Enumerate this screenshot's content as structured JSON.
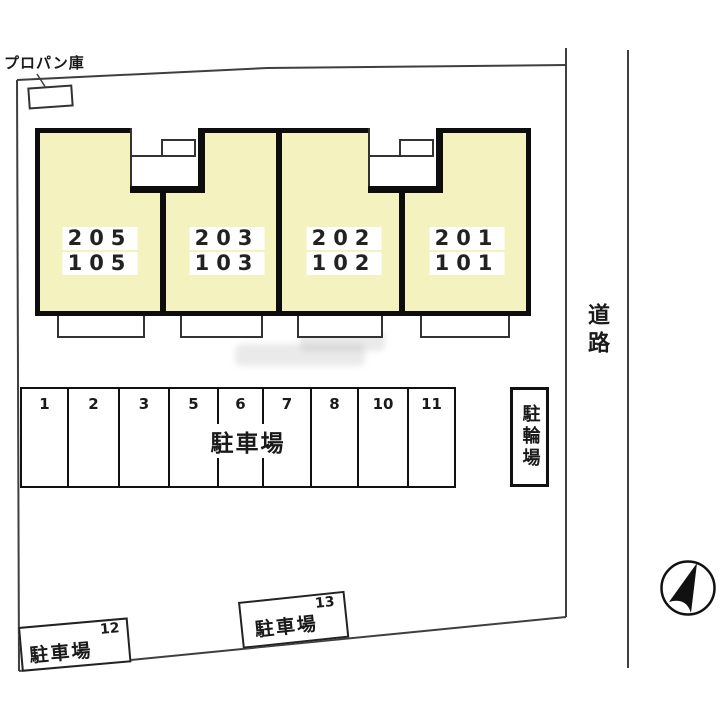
{
  "site": {
    "propane_label": "プロパン庫",
    "road_label": "道路",
    "bicycle_label": "駐輪場",
    "parking_label": "駐車場",
    "units": [
      {
        "upper": "205",
        "lower": "105"
      },
      {
        "upper": "203",
        "lower": "103"
      },
      {
        "upper": "202",
        "lower": "102"
      },
      {
        "upper": "201",
        "lower": "101"
      }
    ],
    "spaces": [
      "1",
      "2",
      "3",
      "5",
      "6",
      "7",
      "8",
      "10",
      "11"
    ],
    "aux_parking": [
      {
        "label": "駐車場",
        "number": "12"
      },
      {
        "label": "駐車場",
        "number": "13"
      }
    ]
  },
  "colors": {
    "building_fill": "#f4f3c0",
    "wall": "#0d0d0d",
    "boundary_line": "#3f3f3f"
  }
}
